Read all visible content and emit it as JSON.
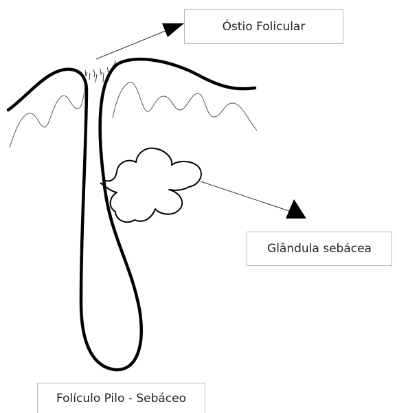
{
  "labels": {
    "ostio": "Óstio Folicular",
    "glandula": "Glândula sebácea",
    "foliculo": "Folículo Pilo - Sebáceo"
  },
  "colors": {
    "stroke": "#000000",
    "thin_line": "#555555",
    "box_border": "#b8b8b8"
  }
}
